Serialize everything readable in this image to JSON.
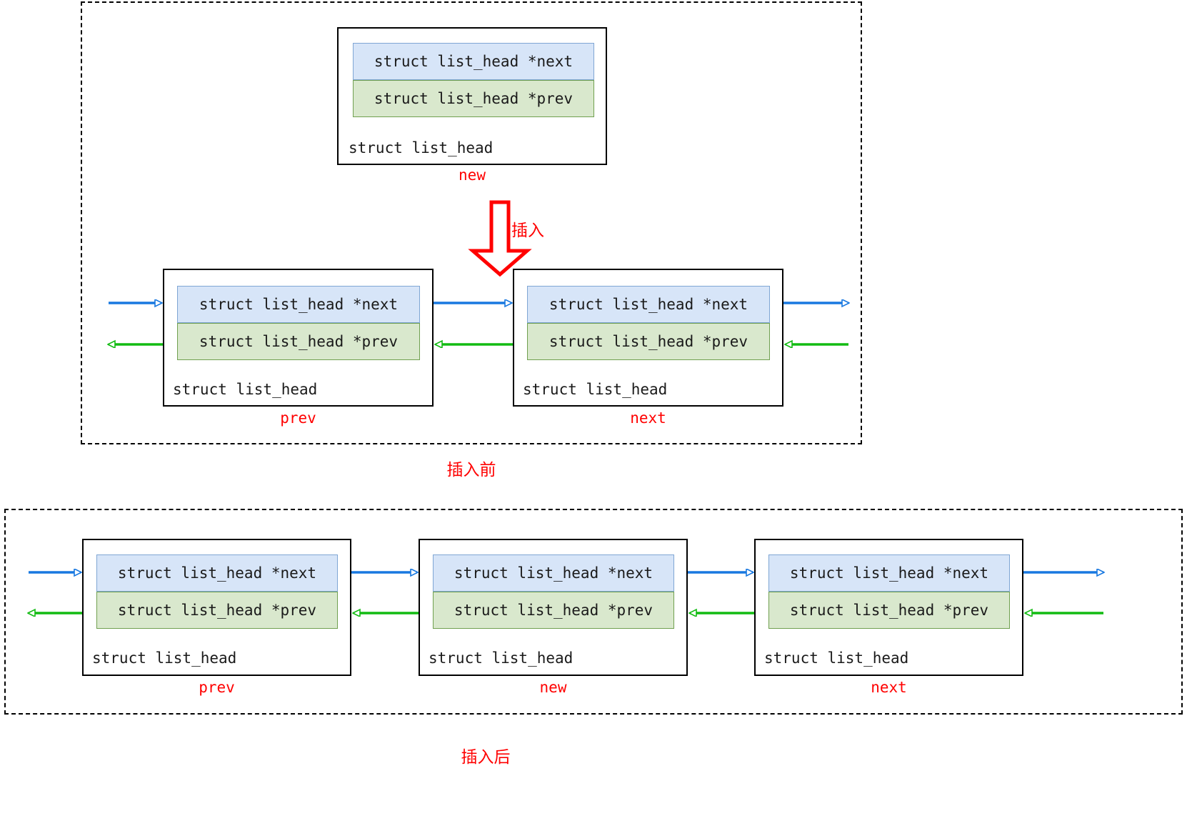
{
  "diagram": {
    "title_text_before": "插入前",
    "title_text_after": "插入后",
    "insert_arrow_label": "插入",
    "field_next_label": "struct list_head *next",
    "field_prev_label": "struct list_head *prev",
    "node_type_label": "struct list_head",
    "colors": {
      "next_fill": "#d7e5f8",
      "next_stroke": "#7fa6d4",
      "prev_fill": "#d9e8cd",
      "prev_stroke": "#70a050",
      "next_arrow": "#1878e0",
      "prev_arrow": "#12bb12",
      "label_red": "#ff0000",
      "node_border": "#000000"
    },
    "before": {
      "caption": "插入前",
      "new_node": {
        "name": "new",
        "next_field": "struct list_head *next",
        "prev_field": "struct list_head *prev",
        "type_label": "struct list_head"
      },
      "nodes": [
        {
          "name": "prev",
          "next_field": "struct list_head *next",
          "prev_field": "struct list_head *prev",
          "type_label": "struct list_head"
        },
        {
          "name": "next",
          "next_field": "struct list_head *next",
          "prev_field": "struct list_head *prev",
          "type_label": "struct list_head"
        }
      ]
    },
    "after": {
      "caption": "插入后",
      "nodes": [
        {
          "name": "prev",
          "next_field": "struct list_head *next",
          "prev_field": "struct list_head *prev",
          "type_label": "struct list_head"
        },
        {
          "name": "new",
          "next_field": "struct list_head *next",
          "prev_field": "struct list_head *prev",
          "type_label": "struct list_head"
        },
        {
          "name": "next",
          "next_field": "struct list_head *next",
          "prev_field": "struct list_head *prev",
          "type_label": "struct list_head"
        }
      ]
    }
  }
}
